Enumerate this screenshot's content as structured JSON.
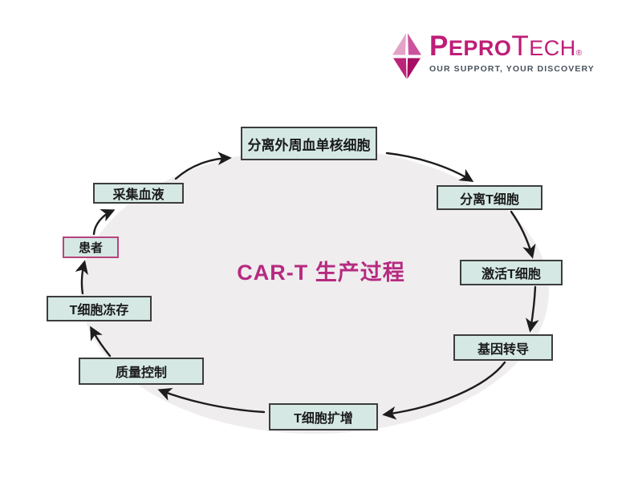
{
  "logo": {
    "brand_part1_cap": "P",
    "brand_part1_rest": "EPRO",
    "brand_part2_cap": "T",
    "brand_part2_rest": "ECH",
    "registered_mark": "®",
    "tagline": "OUR SUPPORT, YOUR DISCOVERY",
    "colors": {
      "brand_magenta": "#bf1d77",
      "gem_top_left": "#e2a4c8",
      "gem_top_right": "#cb539e",
      "gem_bottom_left": "#bb2479",
      "gem_bottom_right": "#a60d63",
      "tagline_gray": "#49525b"
    }
  },
  "diagram": {
    "title": "CAR-T 生产过程",
    "title_color": "#b62a80",
    "ellipse_color": "#efedee",
    "box_fill": "#d5e8e4",
    "box_border": "#3d3d3d",
    "highlight_border": "#b8437e",
    "arrow_color": "#1d1d1d",
    "steps": [
      {
        "id": "patient",
        "label": "患者",
        "highlight": true
      },
      {
        "id": "collect-blood",
        "label": "采集血液",
        "highlight": false
      },
      {
        "id": "isolate-pbmc",
        "label": "分离外周血单核细胞",
        "highlight": false
      },
      {
        "id": "isolate-t-cells",
        "label": "分离T细胞",
        "highlight": false
      },
      {
        "id": "activate-t-cells",
        "label": "激活T细胞",
        "highlight": false
      },
      {
        "id": "gene-transduction",
        "label": "基因转导",
        "highlight": false
      },
      {
        "id": "t-cell-expansion",
        "label": "T细胞扩增",
        "highlight": false
      },
      {
        "id": "quality-control",
        "label": "质量控制",
        "highlight": false
      },
      {
        "id": "t-cell-cryopreservation",
        "label": "T细胞冻存",
        "highlight": false
      }
    ],
    "flow": [
      {
        "from": "patient",
        "to": "collect-blood"
      },
      {
        "from": "collect-blood",
        "to": "isolate-pbmc"
      },
      {
        "from": "isolate-pbmc",
        "to": "isolate-t-cells"
      },
      {
        "from": "isolate-t-cells",
        "to": "activate-t-cells"
      },
      {
        "from": "activate-t-cells",
        "to": "gene-transduction"
      },
      {
        "from": "gene-transduction",
        "to": "t-cell-expansion"
      },
      {
        "from": "t-cell-expansion",
        "to": "quality-control"
      },
      {
        "from": "quality-control",
        "to": "t-cell-cryopreservation"
      },
      {
        "from": "t-cell-cryopreservation",
        "to": "patient"
      }
    ]
  }
}
